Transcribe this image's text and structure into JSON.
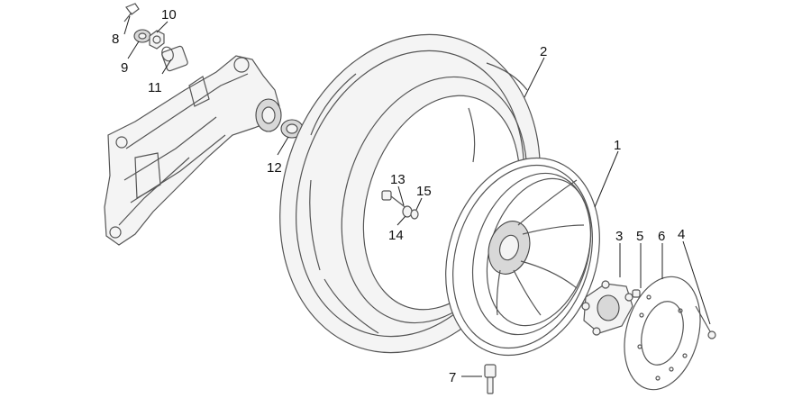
{
  "callouts": [
    {
      "id": "1",
      "label": "1"
    },
    {
      "id": "2",
      "label": "2"
    },
    {
      "id": "3",
      "label": "3"
    },
    {
      "id": "4",
      "label": "4"
    },
    {
      "id": "5",
      "label": "5"
    },
    {
      "id": "6",
      "label": "6"
    },
    {
      "id": "7",
      "label": "7"
    },
    {
      "id": "8",
      "label": "8"
    },
    {
      "id": "9",
      "label": "9"
    },
    {
      "id": "10",
      "label": "10"
    },
    {
      "id": "11",
      "label": "11"
    },
    {
      "id": "12",
      "label": "12"
    },
    {
      "id": "13",
      "label": "13"
    },
    {
      "id": "14",
      "label": "14"
    },
    {
      "id": "15",
      "label": "15"
    }
  ],
  "colors": {
    "line": "#555555",
    "text": "#111111",
    "background": "#ffffff"
  }
}
